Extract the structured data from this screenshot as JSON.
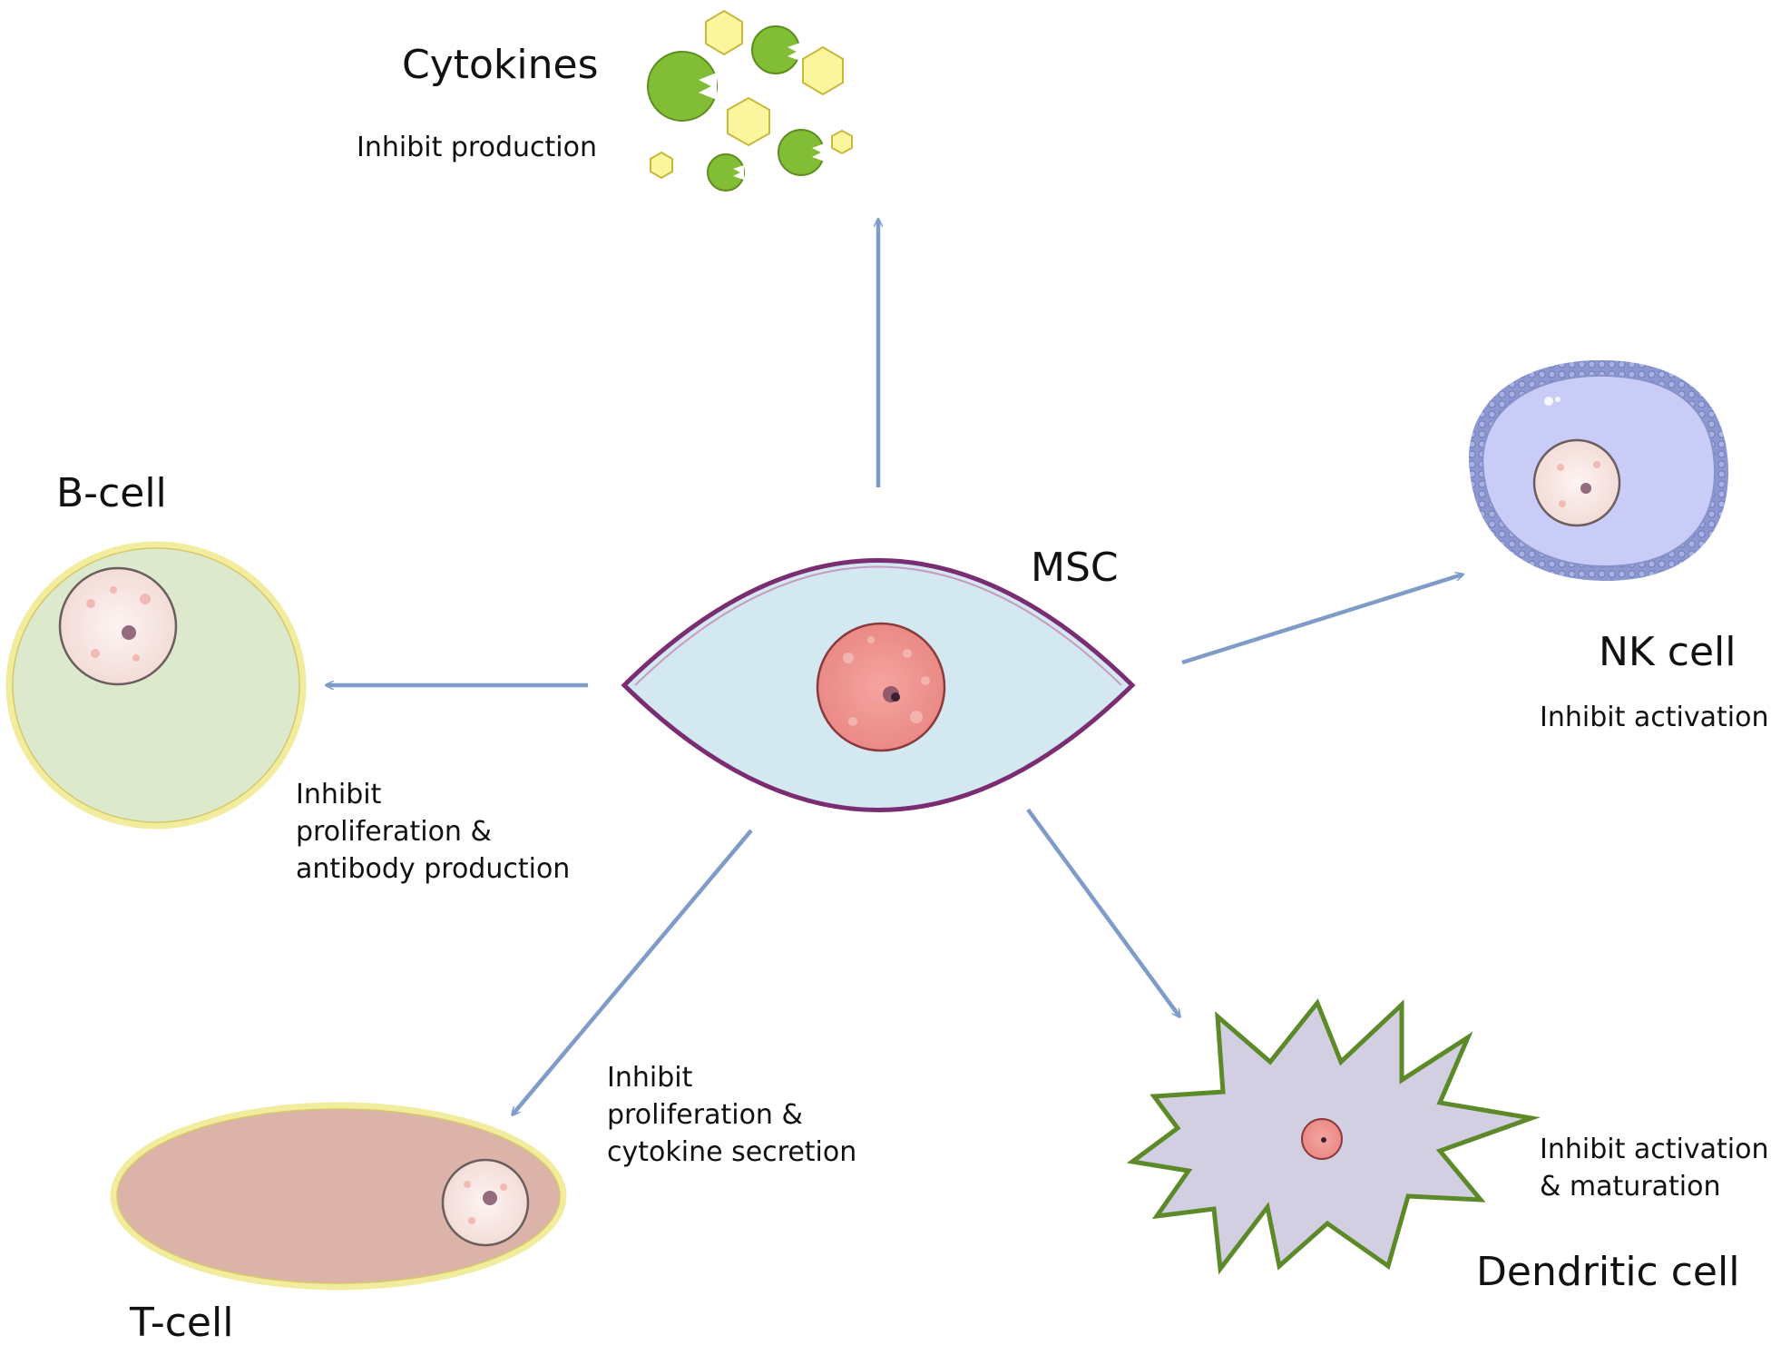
{
  "labels": {
    "cytokines": "Cytokines",
    "cytokines_effect": "Inhibit production",
    "msc": "MSC",
    "bcell": "B-cell",
    "bcell_effect": "Inhibit\nproliferation &\nantibody production",
    "nkcell": "NK cell",
    "nkcell_effect": "Inhibit activation",
    "tcell": "T-cell",
    "tcell_effect": "Inhibit\nproliferation &\ncytokine secretion",
    "dendritic": "Dendritic cell",
    "dendritic_effect": "Inhibit activation\n& maturation"
  },
  "colors": {
    "arrow": "#7f9cc8",
    "msc_fill": "#d3e8f0",
    "msc_outline": "#7b2d73",
    "nucleus_red": "#f09090",
    "bcell_fill": "#dde9cc",
    "bcell_outline": "#f2ec9e",
    "nk_fill": "#c9ccf6",
    "nk_outline": "#6b78ba",
    "tcell_fill": "#dcb3a9",
    "dendritic_fill": "#d2cfe3",
    "dendritic_outline": "#5c8a28",
    "cytokine_green": "#82bd36",
    "cytokine_yellow": "#fbf59e"
  }
}
